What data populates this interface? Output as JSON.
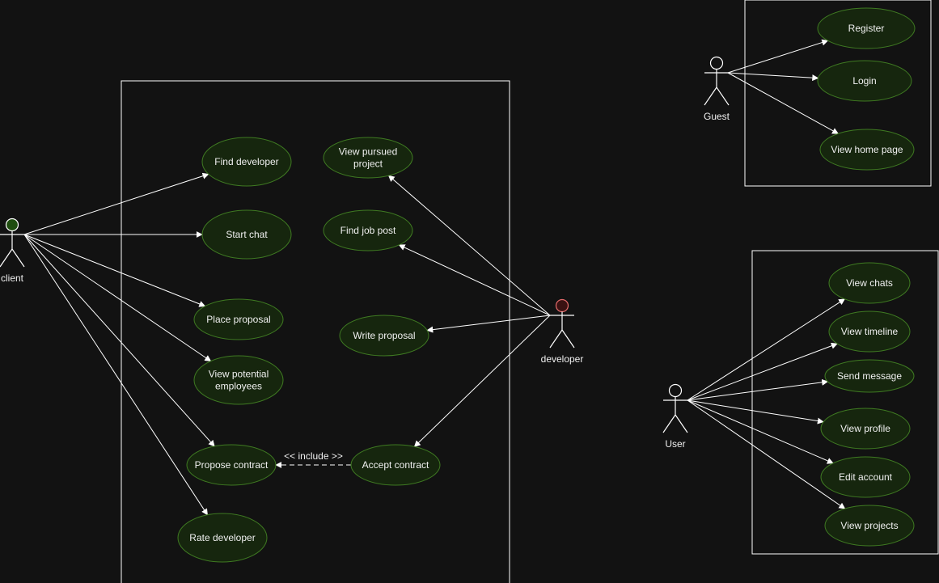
{
  "actors": [
    {
      "id": "client",
      "label": "client",
      "head_color": "#1f4d0f",
      "stroke_color": "#ffffff"
    },
    {
      "id": "developer",
      "label": "developer",
      "head_color": "#3a1212",
      "stroke_color": "#e36a6a"
    },
    {
      "id": "guest",
      "label": "Guest",
      "head_color": "#121212",
      "stroke_color": "#ffffff"
    },
    {
      "id": "user",
      "label": "User",
      "head_color": "#121212",
      "stroke_color": "#ffffff"
    }
  ],
  "use_cases": [
    {
      "id": "find-developer",
      "label": "Find developer"
    },
    {
      "id": "start-chat",
      "label": "Start chat"
    },
    {
      "id": "place-proposal",
      "label": "Place proposal"
    },
    {
      "id": "view-potential-employees",
      "label": "View potential\nemployees"
    },
    {
      "id": "propose-contract",
      "label": "Propose contract"
    },
    {
      "id": "rate-developer",
      "label": "Rate developer"
    },
    {
      "id": "view-pursued-project",
      "label": "View pursued\nproject"
    },
    {
      "id": "find-job-post",
      "label": "Find job post"
    },
    {
      "id": "write-proposal",
      "label": "Write proposal"
    },
    {
      "id": "accept-contract",
      "label": "Accept contract"
    },
    {
      "id": "register",
      "label": "Register"
    },
    {
      "id": "login",
      "label": "Login"
    },
    {
      "id": "view-home-page",
      "label": "View home page"
    },
    {
      "id": "view-chats",
      "label": "View chats"
    },
    {
      "id": "view-timeline",
      "label": "View timeline"
    },
    {
      "id": "send-message",
      "label": "Send message"
    },
    {
      "id": "view-profile",
      "label": "View profile"
    },
    {
      "id": "edit-account",
      "label": "Edit account"
    },
    {
      "id": "view-projects",
      "label": "View projects"
    }
  ],
  "relations": [
    {
      "from": "client",
      "to": "find-developer"
    },
    {
      "from": "client",
      "to": "start-chat"
    },
    {
      "from": "client",
      "to": "place-proposal"
    },
    {
      "from": "client",
      "to": "view-potential-employees"
    },
    {
      "from": "client",
      "to": "propose-contract"
    },
    {
      "from": "client",
      "to": "rate-developer"
    },
    {
      "from": "developer",
      "to": "view-pursued-project"
    },
    {
      "from": "developer",
      "to": "find-job-post"
    },
    {
      "from": "developer",
      "to": "write-proposal"
    },
    {
      "from": "developer",
      "to": "accept-contract"
    },
    {
      "from": "accept-contract",
      "to": "propose-contract",
      "label": "<< include >>",
      "dashed": true
    },
    {
      "from": "guest",
      "to": "register"
    },
    {
      "from": "guest",
      "to": "login"
    },
    {
      "from": "guest",
      "to": "view-home-page"
    },
    {
      "from": "user",
      "to": "view-chats"
    },
    {
      "from": "user",
      "to": "view-timeline"
    },
    {
      "from": "user",
      "to": "send-message"
    },
    {
      "from": "user",
      "to": "view-profile"
    },
    {
      "from": "user",
      "to": "edit-account"
    },
    {
      "from": "user",
      "to": "view-projects"
    }
  ],
  "colors": {
    "background": "#121212",
    "use_case_fill": "#16260e",
    "use_case_stroke": "#3f7a22",
    "line": "#ffffff",
    "text": "#f0f0f0"
  }
}
